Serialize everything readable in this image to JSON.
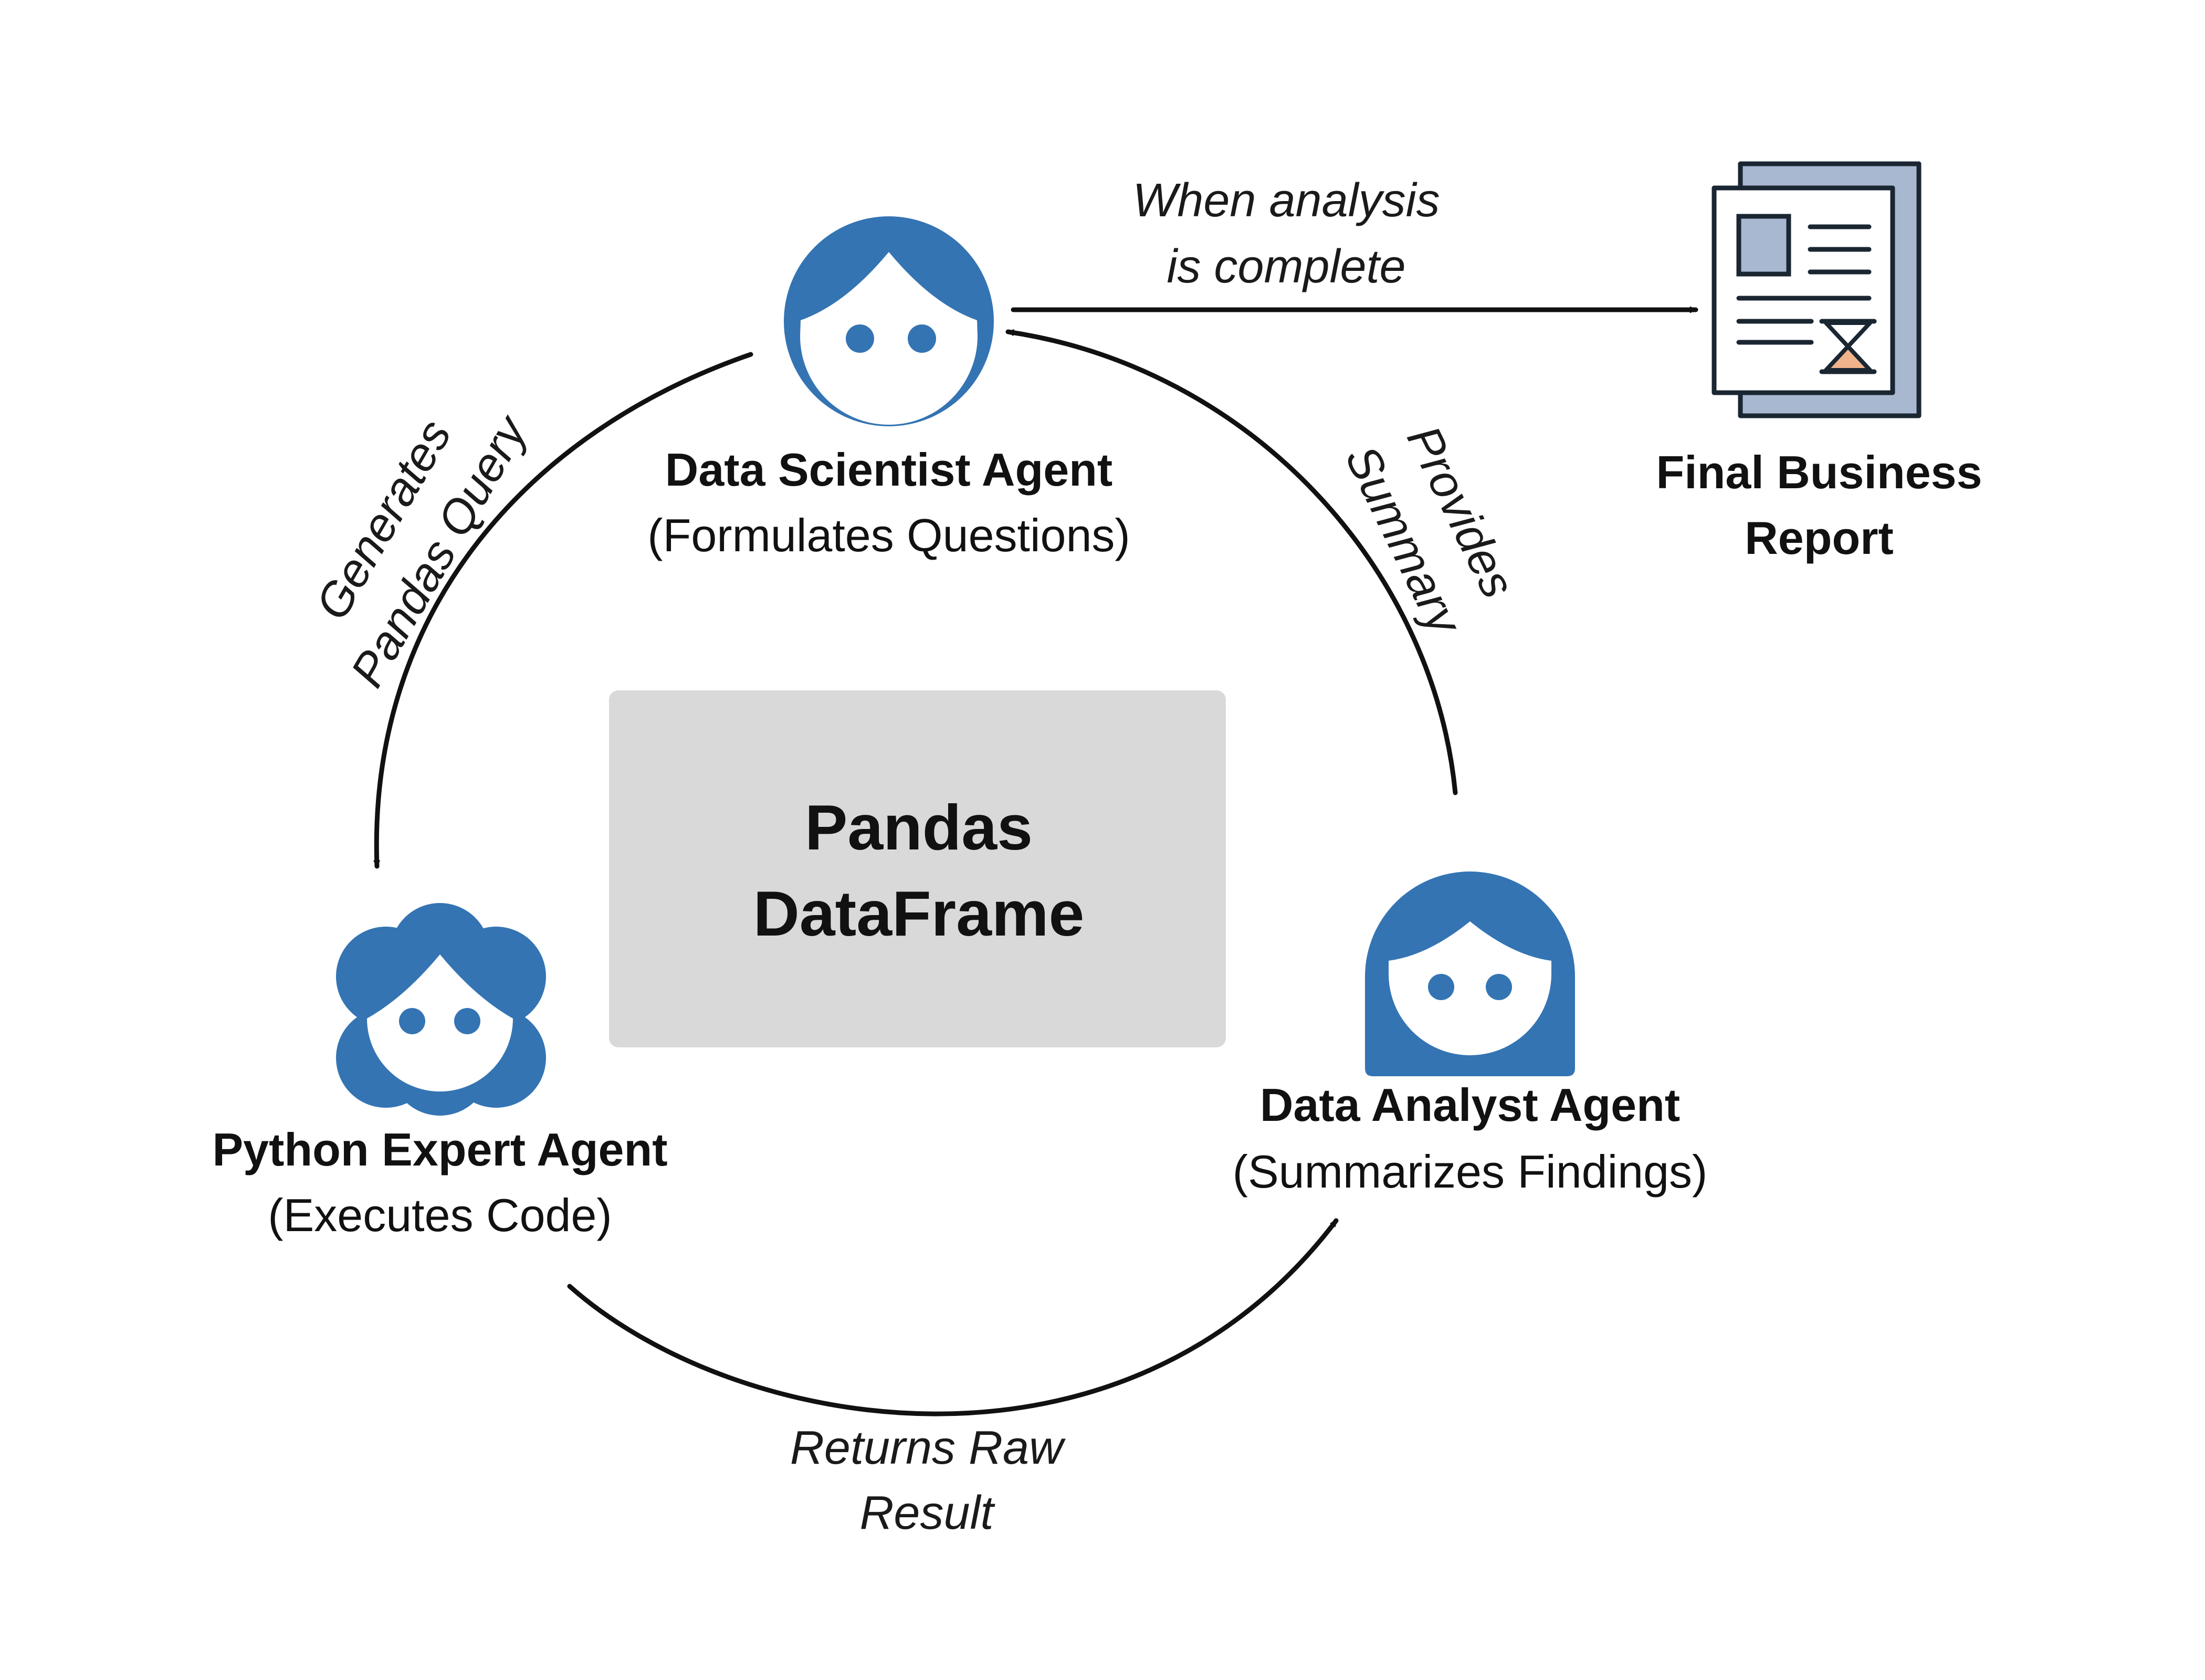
{
  "center_box": {
    "line1": "Pandas",
    "line2": "DataFrame"
  },
  "agents": {
    "data_scientist": {
      "name": "Data Scientist Agent",
      "role": "(Formulates Questions)"
    },
    "python_expert": {
      "name": "Python Expert Agent",
      "role": "(Executes Code)"
    },
    "data_analyst": {
      "name": "Data Analyst Agent",
      "role": "(Summarizes Findings)"
    }
  },
  "report": {
    "line1": "Final Business",
    "line2": "Report"
  },
  "edges": {
    "to_report": {
      "line1": "When analysis",
      "line2": "is complete"
    },
    "generates_query": {
      "line1": "Generates",
      "line2": "Pandas Query"
    },
    "provides_summary": {
      "line1": "Provides",
      "line2": "Summary"
    },
    "returns_result": {
      "line1": "Returns Raw",
      "line2": "Result"
    }
  },
  "icons": {
    "data_scientist": "person-avatar-icon",
    "python_expert": "person-curly-hair-avatar-icon",
    "data_analyst": "person-long-hair-avatar-icon",
    "report": "document-report-icon"
  },
  "colors": {
    "avatar_blue": "#3474b3",
    "box_gray": "#d9d9d9",
    "doc_back": "#a9b8d1",
    "doc_outline": "#1b2633",
    "hourglass_fill": "#f0b38a"
  }
}
